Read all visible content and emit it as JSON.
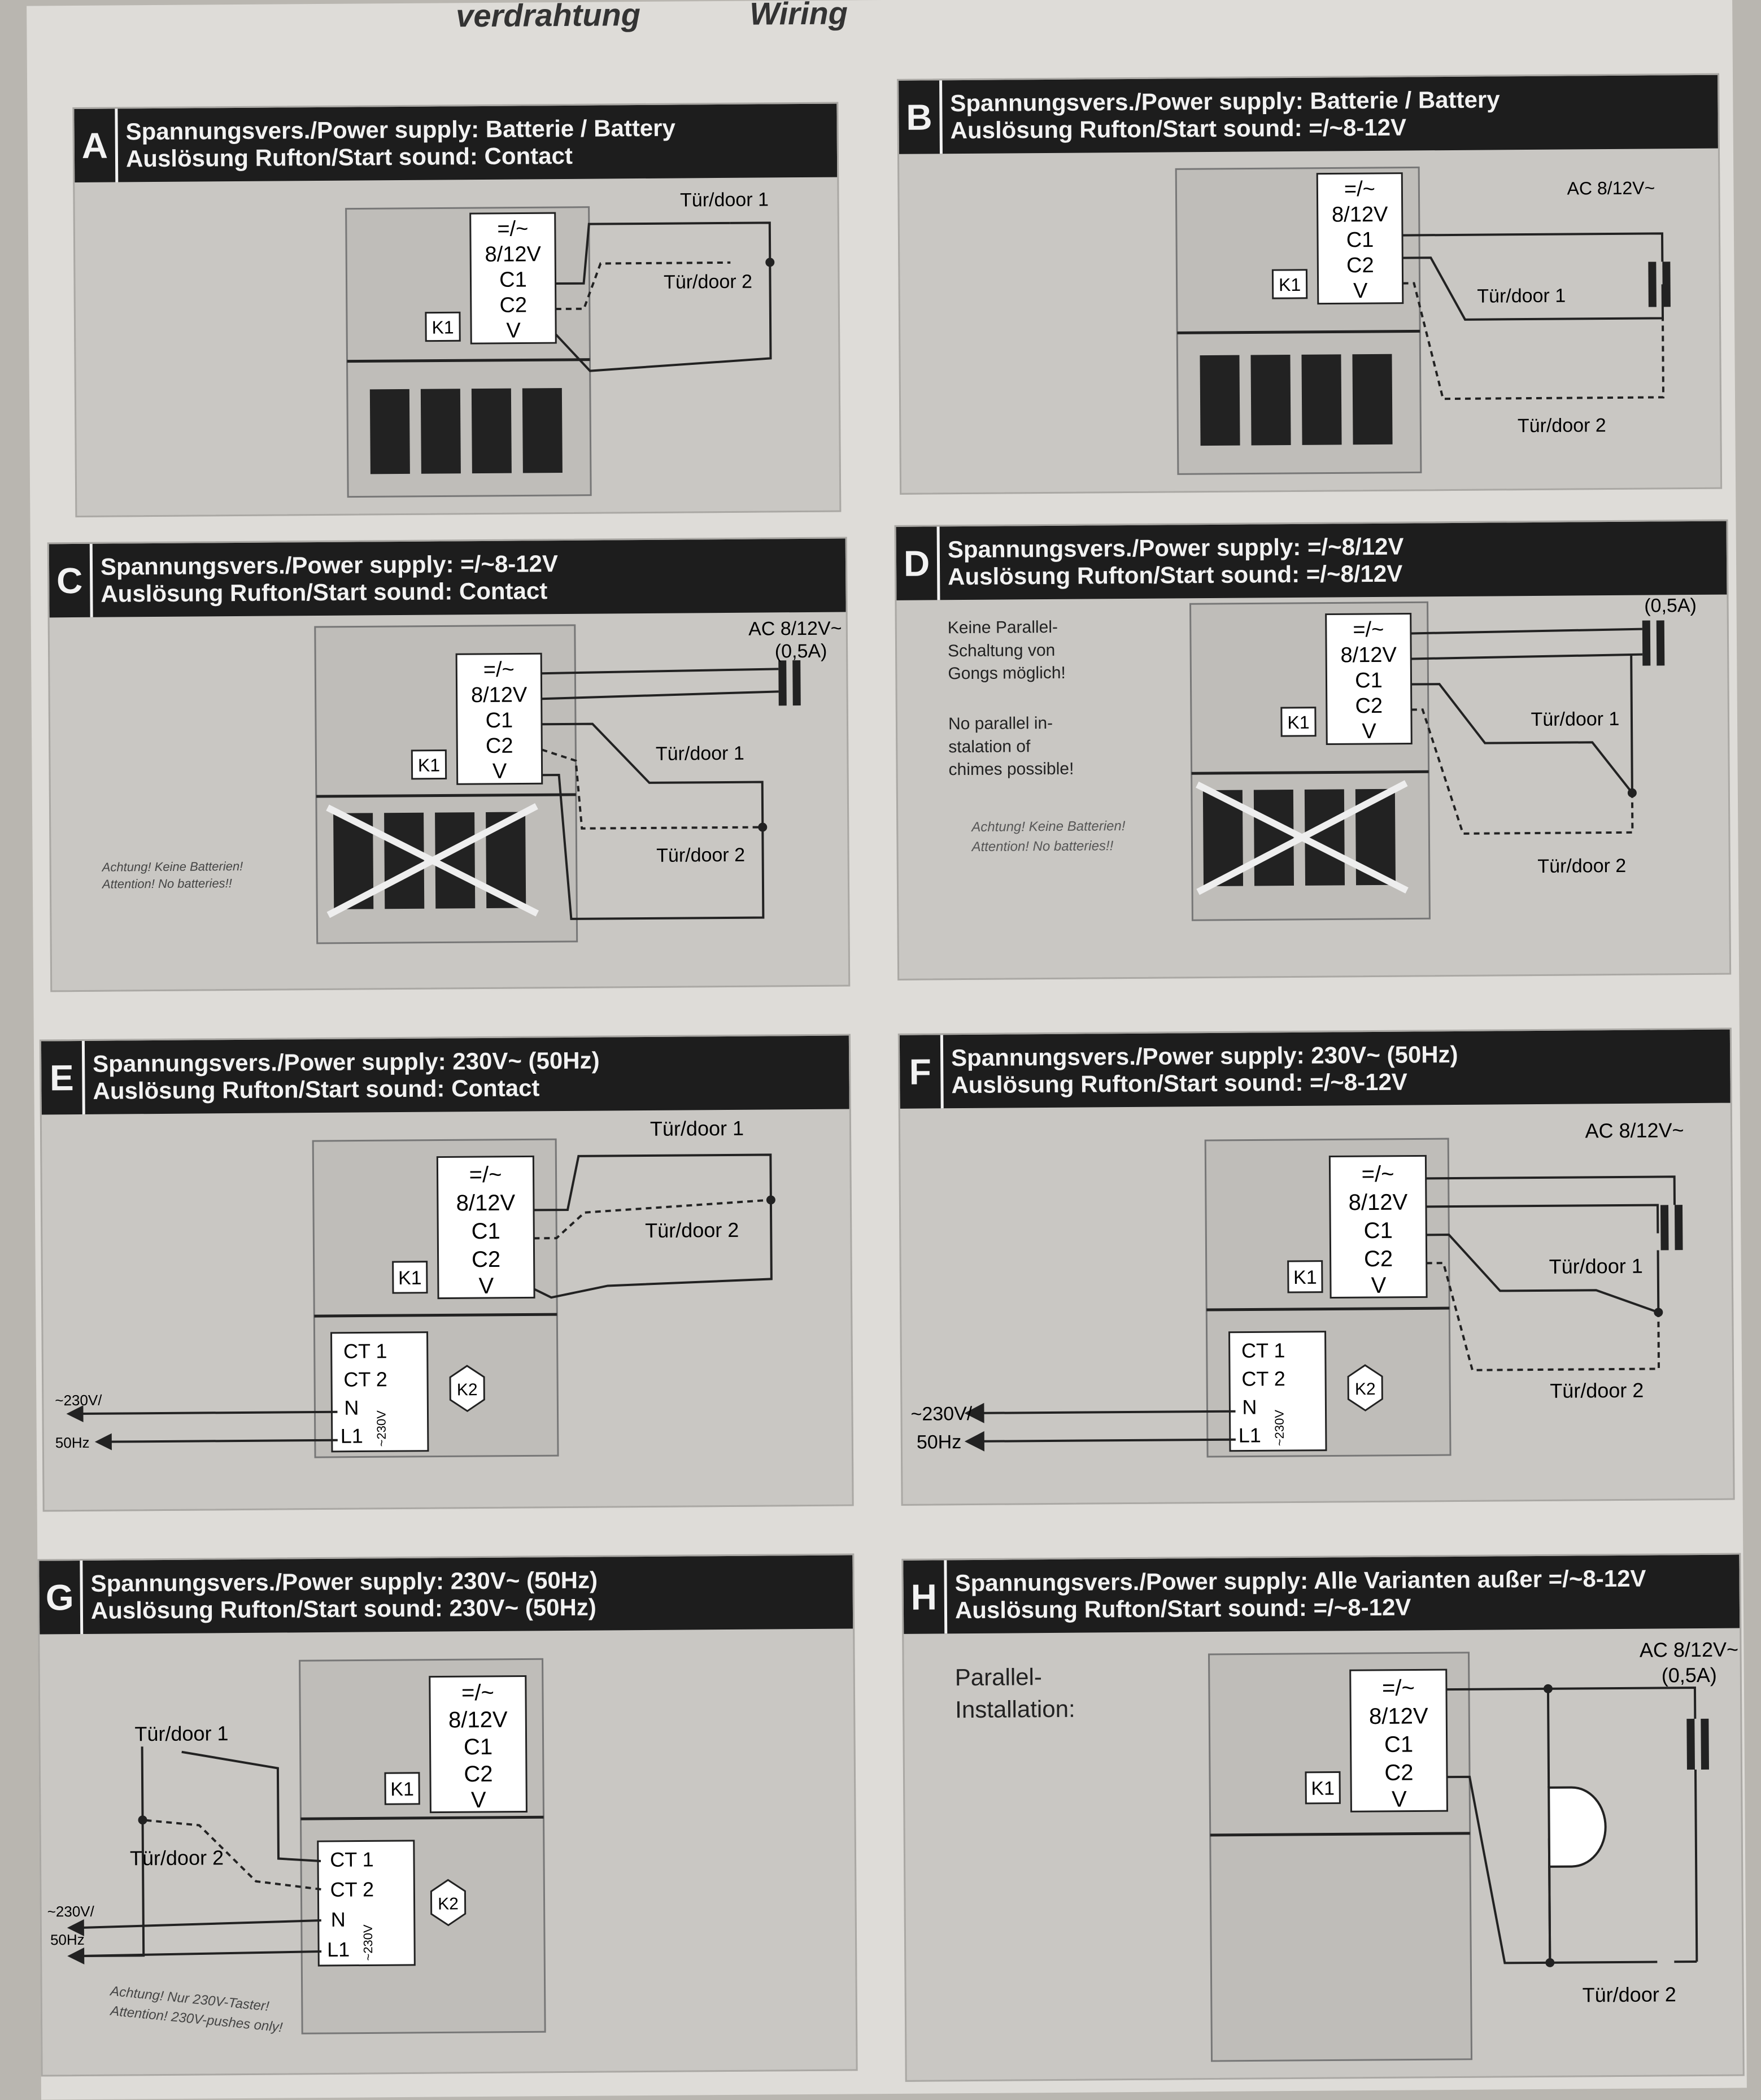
{
  "header": {
    "left": "verdrahtung",
    "right": "Wiring"
  },
  "common": {
    "terminals": [
      "=/~",
      "8/12V",
      "C1",
      "C2",
      "V"
    ],
    "k1": "K1",
    "k2": "K2",
    "door1": "Tür/door 1",
    "door2": "Tür/door 2",
    "ct": [
      "CT 1",
      "CT 2",
      "N",
      "L1"
    ],
    "v230_vertical": "~230V",
    "mains_a": "~230V/",
    "mains_b": "50Hz",
    "ac": "AC 8/12V~",
    "ac_amp": "(0,5A)"
  },
  "panels": {
    "A": {
      "letter": "A",
      "line1": "Spannungsvers./Power supply:  Batterie / Battery",
      "line2": "Auslösung Rufton/Start sound:  Contact"
    },
    "B": {
      "letter": "B",
      "line1": "Spannungsvers./Power supply:  Batterie / Battery",
      "line2": "Auslösung Rufton/Start sound:  =/~8-12V"
    },
    "C": {
      "letter": "C",
      "line1": "Spannungsvers./Power supply:  =/~8-12V",
      "line2": "Auslösung Rufton/Start sound:  Contact",
      "warn1": "Achtung! Keine Batterien!",
      "warn2": "Attention! No batteries!!"
    },
    "D": {
      "letter": "D",
      "line1": "Spannungsvers./Power supply:  =/~8/12V",
      "line2": "Auslösung Rufton/Start sound:  =/~8/12V",
      "note_de": [
        "Keine Parallel-",
        "Schaltung von",
        "Gongs möglich!"
      ],
      "note_en": [
        "No parallel in-",
        "stalation of",
        "chimes possible!"
      ],
      "warn1": "Achtung! Keine Batterien!",
      "warn2": "Attention! No batteries!!"
    },
    "E": {
      "letter": "E",
      "line1": "Spannungsvers./Power supply:  230V~ (50Hz)",
      "line2": "Auslösung Rufton/Start sound:  Contact"
    },
    "F": {
      "letter": "F",
      "line1": "Spannungsvers./Power supply:  230V~ (50Hz)",
      "line2": "Auslösung Rufton/Start sound:  =/~8-12V"
    },
    "G": {
      "letter": "G",
      "line1": "Spannungsvers./Power supply:  230V~ (50Hz)",
      "line2": "Auslösung Rufton/Start sound:  230V~ (50Hz)",
      "warn1": "Achtung! Nur 230V-Taster!",
      "warn2": "Attention! 230V-pushes only!"
    },
    "H": {
      "letter": "H",
      "line1": "Spannungsvers./Power supply:  Alle Varianten außer =/~8-12V",
      "line2": "Auslösung Rufton/Start sound:  =/~8-12V",
      "parallel": [
        "Parallel-",
        "Installation:"
      ]
    }
  }
}
